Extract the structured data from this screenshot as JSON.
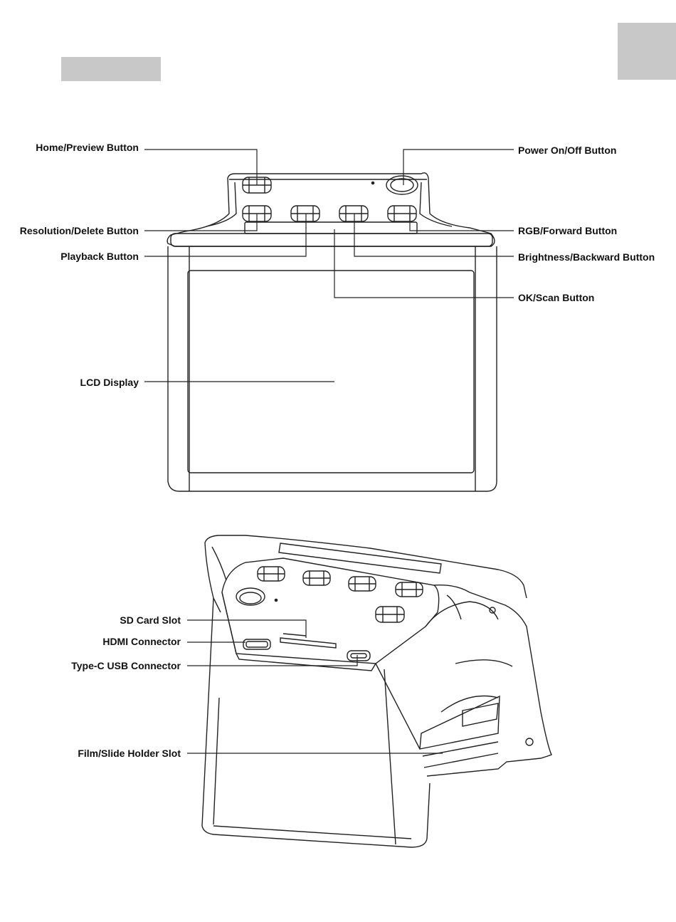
{
  "front_view": {
    "labels": {
      "home_preview": "Home/Preview Button",
      "power": "Power On/Off Button",
      "resolution_delete": "Resolution/Delete Button",
      "rgb_forward": "RGB/Forward Button",
      "playback": "Playback Button",
      "brightness_backward": "Brightness/Backward Button",
      "ok_scan": "OK/Scan Button",
      "lcd": "LCD Display"
    }
  },
  "perspective_view": {
    "labels": {
      "sd_card": "SD Card Slot",
      "hdmi": "HDMI Connector",
      "type_c": "Type-C USB Connector",
      "film_slide": "Film/Slide Holder Slot"
    }
  }
}
